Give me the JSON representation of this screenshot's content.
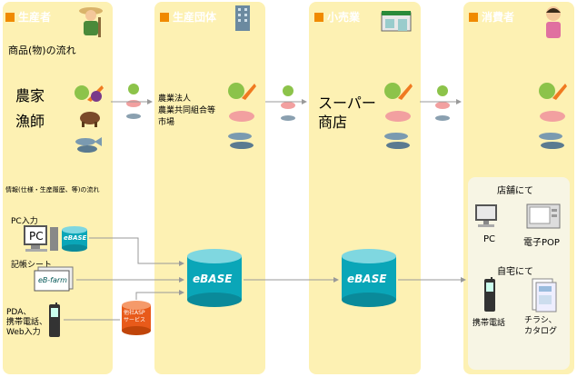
{
  "columns": [
    {
      "title": "生産者",
      "icon": "farmer-icon"
    },
    {
      "title": "生産団体",
      "icon": "building-icon"
    },
    {
      "title": "小売業",
      "icon": "store-icon"
    },
    {
      "title": "消費者",
      "icon": "consumer-icon"
    }
  ],
  "producer": {
    "goods_flow": "商品(物)の流れ",
    "farmer": "農家",
    "fisher": "漁師",
    "info_flow": "情報(仕様・生産履歴、等)の流れ",
    "pc_input": "PC入力",
    "pc_label": "PC",
    "record_sheet": "記帳シート",
    "mobile_input_1": "PDA、",
    "mobile_input_2": "携帯電話、",
    "mobile_input_3": "Web入力",
    "ebase_small": "eBASE",
    "eb_farm": "eB-farm",
    "asp_1": "他社ASP",
    "asp_2": "サービス"
  },
  "org": {
    "line1": "農業法人",
    "line2": "農業共同組合等",
    "line3": "市場",
    "ebase": "eBASE"
  },
  "retail": {
    "line1": "スーパー",
    "line2": "商店",
    "ebase": "eBASE"
  },
  "consumer": {
    "at_store": "店舗にて",
    "pc": "PC",
    "e_pop": "電子POP",
    "at_home": "自宅にて",
    "mobile": "携帯電話",
    "flyer_1": "チラシ、",
    "flyer_2": "カタログ"
  },
  "colors": {
    "column_bg": "#fdf1b3",
    "header_square": "#f08a00",
    "ebase_teal": "#0aa6b8"
  }
}
